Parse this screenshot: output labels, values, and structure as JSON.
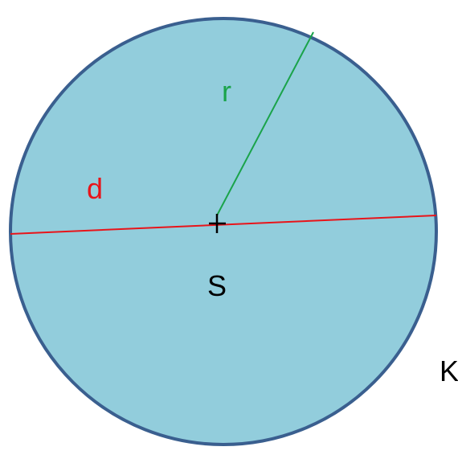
{
  "diagram": {
    "labels": {
      "radius": "r",
      "diameter": "d",
      "center": "S",
      "circle": "K"
    },
    "colors": {
      "fill": "#92cddc",
      "outline": "#3a5f8f",
      "radius_line": "#1aa34a",
      "diameter_line": "#e8141a",
      "center_mark": "#000000",
      "text": "#000000"
    }
  }
}
